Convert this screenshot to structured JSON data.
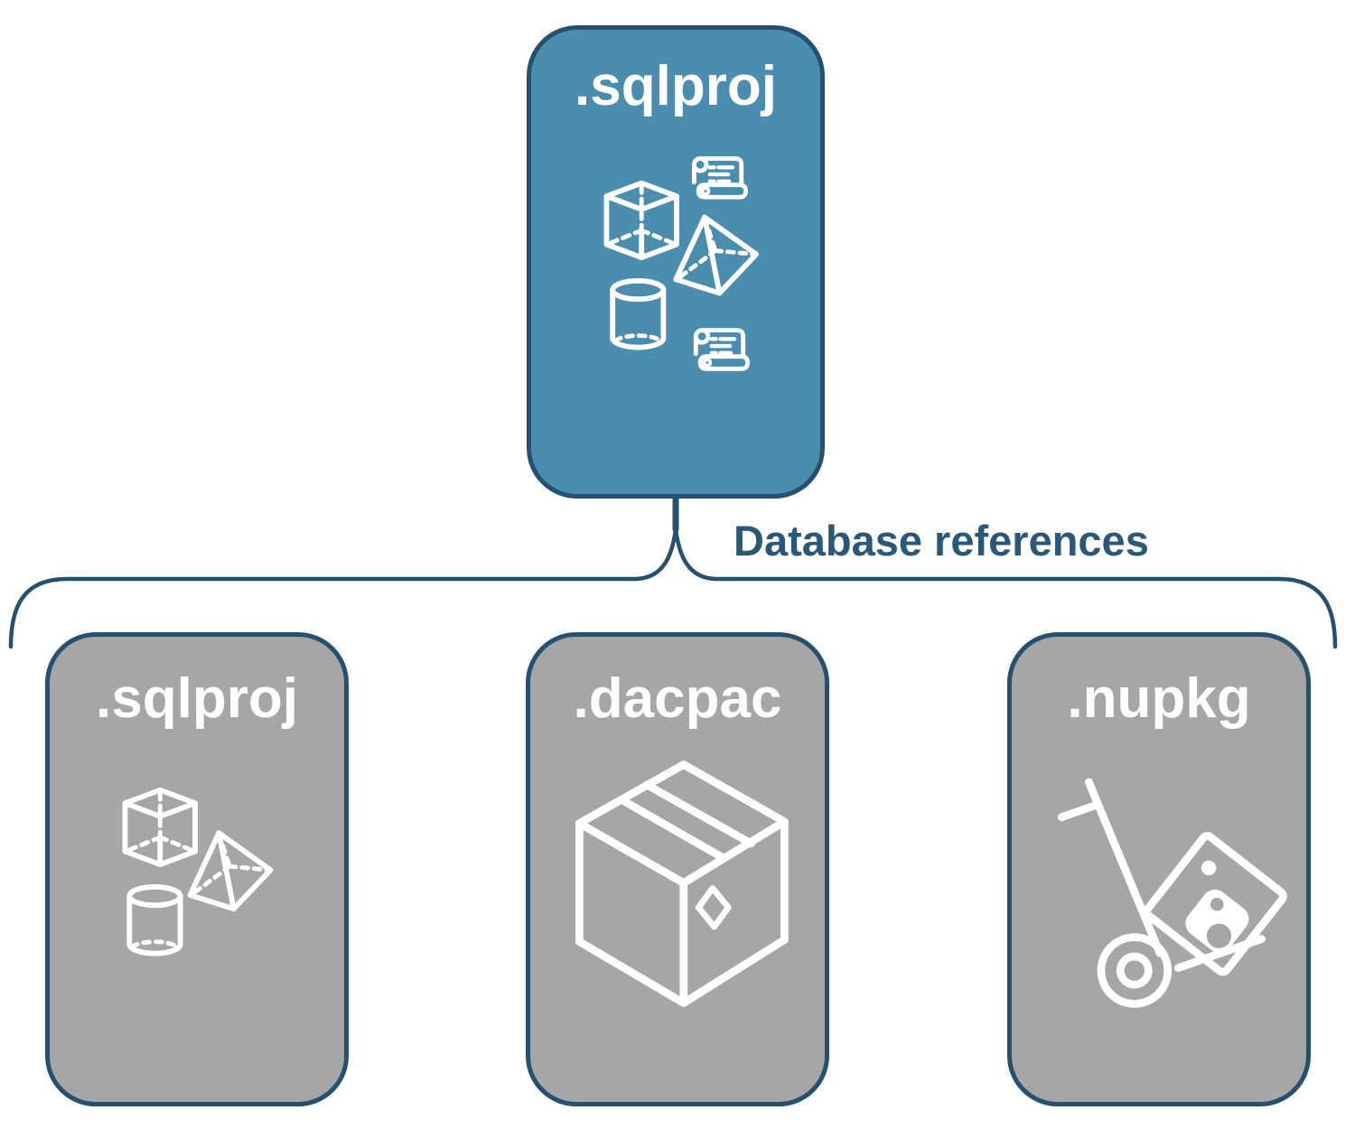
{
  "diagram": {
    "root": {
      "label": ".sqlproj",
      "icons": [
        "scroll-icon",
        "cube-icon",
        "pyramid-icon",
        "cylinder-icon",
        "scroll-icon"
      ]
    },
    "edge": {
      "label": "Database references"
    },
    "children": [
      {
        "label": ".sqlproj",
        "icons": [
          "cube-icon",
          "pyramid-icon",
          "cylinder-icon"
        ]
      },
      {
        "label": ".dacpac",
        "icons": [
          "package-box-icon"
        ]
      },
      {
        "label": ".nupkg",
        "icons": [
          "hand-truck-package-icon"
        ]
      }
    ],
    "colors": {
      "root-fill": "#4A8DAE",
      "child-fill": "#A6A6A6",
      "outline": "#26506F",
      "edge-label": "#2A5878",
      "icon": "#FFFFFF",
      "background": "#FFFFFF"
    }
  }
}
